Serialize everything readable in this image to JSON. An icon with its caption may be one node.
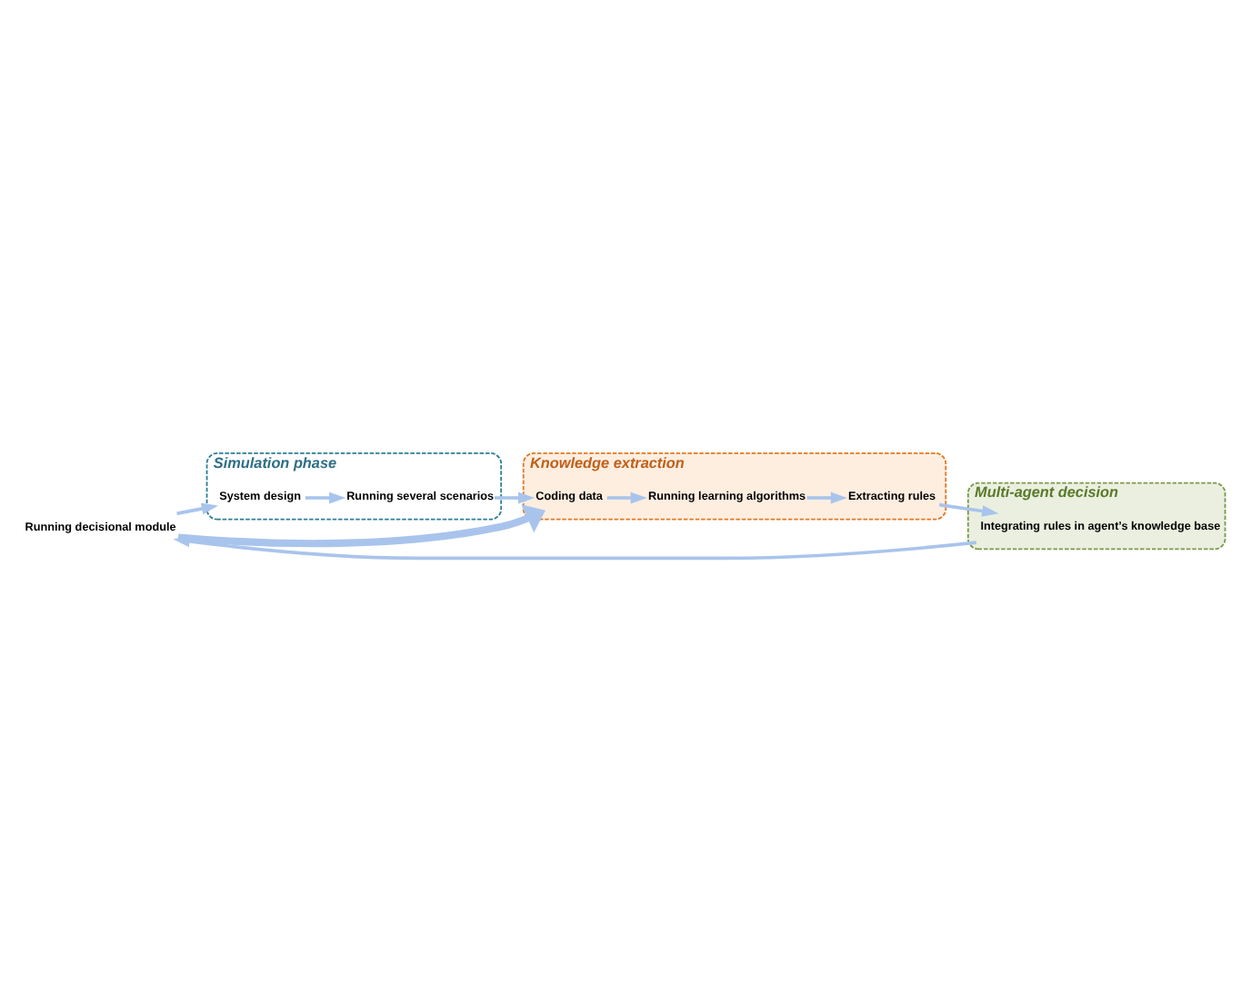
{
  "diagram": {
    "nodes": [
      {
        "text": [
          "Simulation phase"
        ]
      },
      {
        "text": [
          "Knowledge extraction"
        ]
      },
      {
        "text": [
          "Multi-agent decision"
        ]
      },
      {
        "text": [
          "Running several scenarios"
        ],
        "in": 0
      },
      {
        "text": [
          "Coding data"
        ],
        "in": 1
      },
      {
        "text": [
          "Running learning algorithms"
        ],
        "in": 1
      },
      {
        "text": [
          "Extracting rules"
        ],
        "in": 1
      },
      {
        "text": [
          "Integrating rules in agent’s knowledge base"
        ],
        "in": 2
      },
      {
        "text": [
          "Running decisional module"
        ]
      },
      {
        "text": [
          "System design"
        ],
        "in": 0
      }
    ],
    "edges": [
      {
        "from": 3,
        "to": 4,
        "arrow": "to"
      },
      {
        "from": 4,
        "to": 5,
        "arrow": "to"
      },
      {
        "from": 5,
        "to": 6,
        "arrow": "to"
      },
      {
        "from": 6,
        "to": 7,
        "arrow": "to"
      },
      {
        "from": 7,
        "to": 8,
        "arrow": "to"
      },
      {
        "from": 8,
        "to": 9,
        "arrow": "to"
      },
      {
        "from": 9,
        "to": 3,
        "arrow": "to"
      },
      {
        "from": 8,
        "to": 4,
        "arrow": "to",
        "style": "thick"
      }
    ]
  }
}
